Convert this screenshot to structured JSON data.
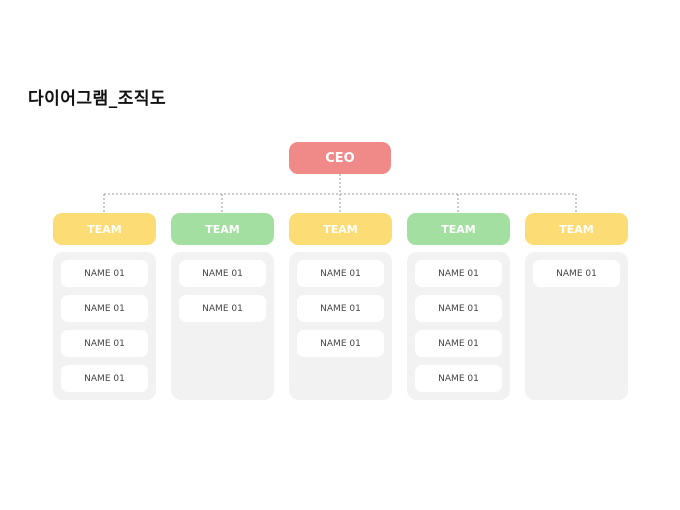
{
  "title": "다이어그램_조직도",
  "ceo": {
    "label": "CEO",
    "color": "#f08a88"
  },
  "colors": {
    "yellow": "#fcdc74",
    "green": "#a3dfa0",
    "panel": "#f2f2f2"
  },
  "teams": [
    {
      "label": "TEAM",
      "color": "#fcdc74",
      "members": [
        "NAME 01",
        "NAME 01",
        "NAME 01",
        "NAME 01"
      ]
    },
    {
      "label": "TEAM",
      "color": "#a3dfa0",
      "members": [
        "NAME 01",
        "NAME 01"
      ]
    },
    {
      "label": "TEAM",
      "color": "#fcdc74",
      "members": [
        "NAME 01",
        "NAME 01",
        "NAME 01"
      ]
    },
    {
      "label": "TEAM",
      "color": "#a3dfa0",
      "members": [
        "NAME 01",
        "NAME 01",
        "NAME 01",
        "NAME 01"
      ]
    },
    {
      "label": "TEAM",
      "color": "#fcdc74",
      "members": [
        "NAME 01"
      ]
    }
  ]
}
